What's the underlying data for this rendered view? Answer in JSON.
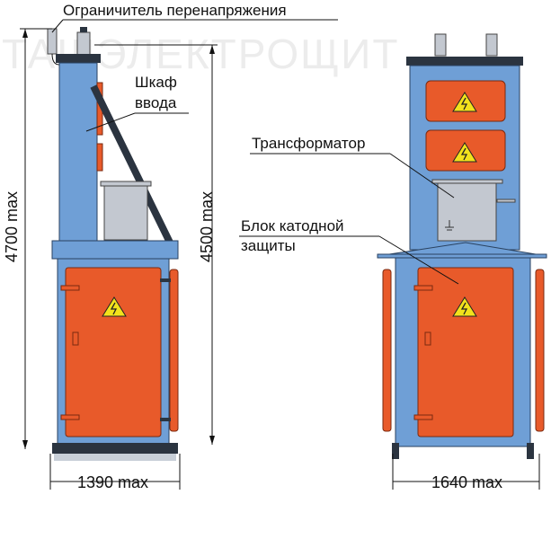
{
  "watermark": "ТАШЭЛЕКТРОЩИТ",
  "labels": {
    "surge_arrester": "Ограничитель перенапряжения",
    "input_cabinet_line1": "Шкаф",
    "input_cabinet_line2": "ввода",
    "transformer": "Трансформатор",
    "cathodic_block_line1": "Блок катодной",
    "cathodic_block_line2": "защиты"
  },
  "dimensions": {
    "total_height": "4700 max",
    "body_height": "4500 max",
    "left_width": "1390 max",
    "right_width": "1640 max"
  },
  "colors": {
    "body": "#6f9fd6",
    "door": "#e85a2a",
    "warning": "#f2e21c"
  },
  "icons": [
    "high-voltage-warning-icon",
    "ground-symbol-icon"
  ]
}
